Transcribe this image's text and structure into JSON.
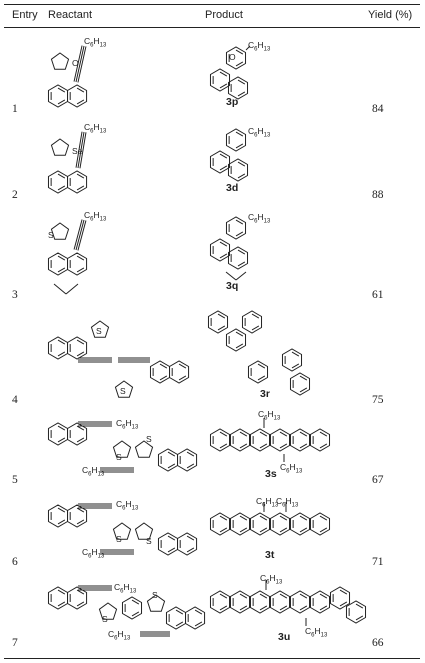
{
  "header": {
    "entry": "Entry",
    "reactant": "Reactant",
    "product": "Product",
    "yield": "Yield (%)"
  },
  "rows": [
    {
      "entry": "1",
      "product_id": "3p",
      "yield": "84"
    },
    {
      "entry": "2",
      "product_id": "3d",
      "yield": "88"
    },
    {
      "entry": "3",
      "product_id": "3q",
      "yield": "61"
    },
    {
      "entry": "4",
      "product_id": "3r",
      "yield": "75"
    },
    {
      "entry": "5",
      "product_id": "3s",
      "yield": "67"
    },
    {
      "entry": "6",
      "product_id": "3t",
      "yield": "71"
    },
    {
      "entry": "7",
      "product_id": "3u",
      "yield": "66"
    }
  ],
  "labels": {
    "hexyl_main": "C",
    "hexyl_sub": "6",
    "hexyl_h": "H",
    "hexyl_hsub": "13",
    "oxygen": "O",
    "selenium": "Se",
    "sulfur": "S"
  }
}
